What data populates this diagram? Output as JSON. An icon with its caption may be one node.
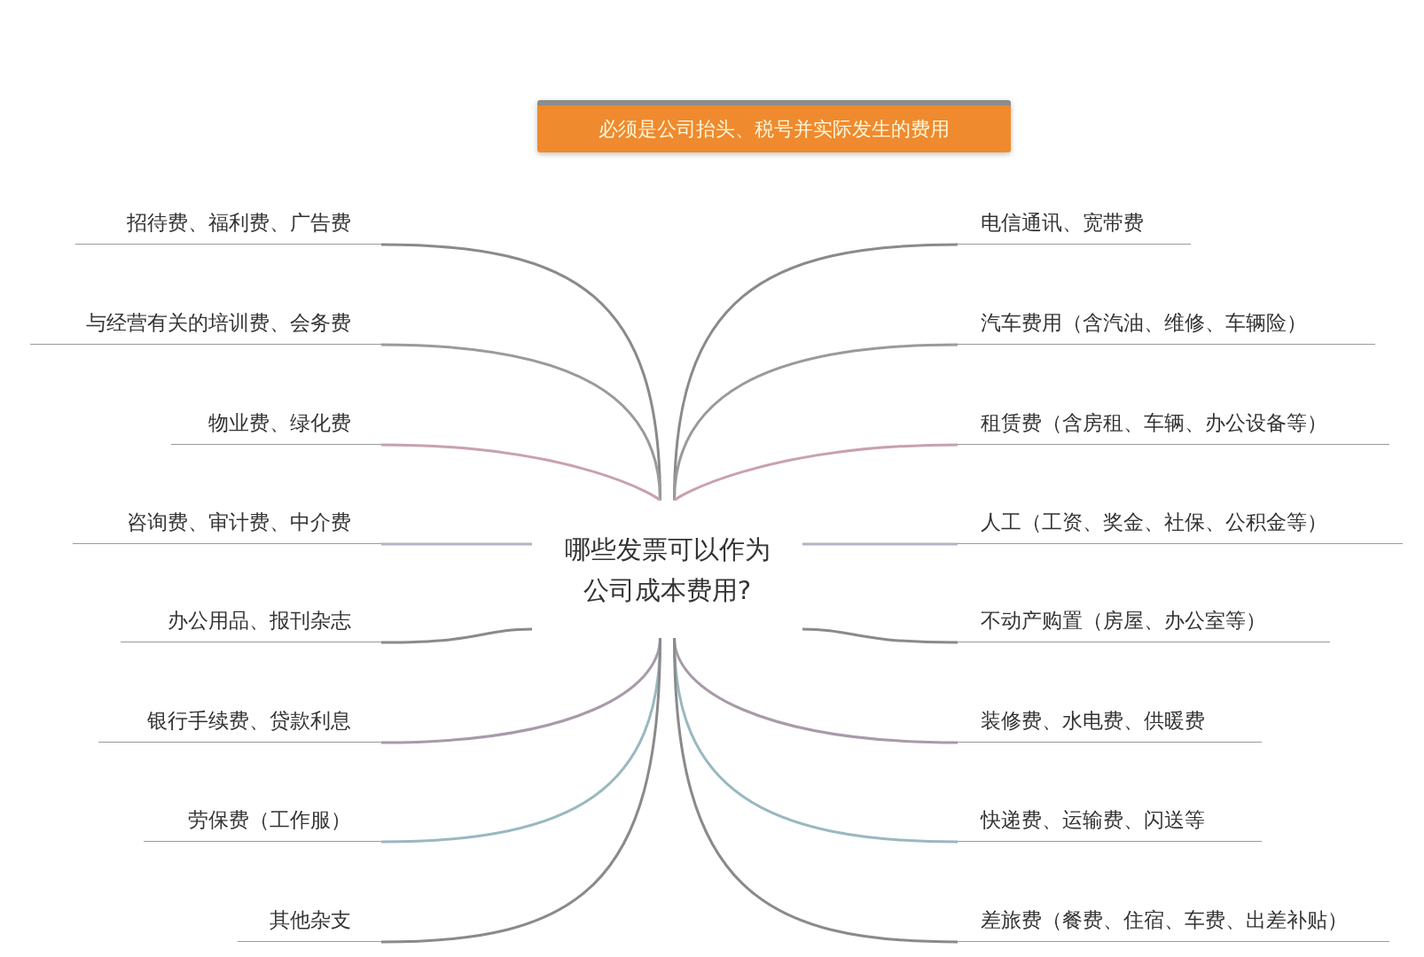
{
  "diagram": {
    "nodes": [
      {
        "text": [
          "必须是公司抬头、税号并实际发生的费用"
        ]
      },
      {
        "text": [
          "哪些发票可以作为公司成本费用?"
        ]
      },
      {
        "text": [
          "招待费、福利费、广告费"
        ]
      },
      {
        "text": [
          "与经营有关的培训费、会务费"
        ]
      },
      {
        "text": [
          "物业费、绿化费"
        ]
      },
      {
        "text": [
          "咨询费、审计费、中介费"
        ]
      },
      {
        "text": [
          "办公用品、报刊杂志"
        ]
      },
      {
        "text": [
          "银行手续费、贷款利息"
        ]
      },
      {
        "text": [
          "劳保费（工作服）"
        ]
      },
      {
        "text": [
          "其他杂支"
        ]
      },
      {
        "text": [
          "电信通讯、宽带费"
        ]
      },
      {
        "text": [
          "汽车费用（含汽油、维修、车辆险）"
        ]
      },
      {
        "text": [
          "租赁费（含房租、车辆、办公设备等）"
        ]
      },
      {
        "text": [
          "人工（工资、奖金、社保、公积金等）"
        ]
      },
      {
        "text": [
          "不动产购置（房屋、办公室等）"
        ]
      },
      {
        "text": [
          "装修费、水电费、供暖费"
        ]
      },
      {
        "text": [
          "快递费、运输费、闪送等"
        ]
      },
      {
        "text": [
          "差旅费（餐费、住宿、车费、出差补贴）"
        ]
      }
    ],
    "edges": [
      {
        "from": 1,
        "to": 2,
        "arrow": "none"
      },
      {
        "from": 1,
        "to": 3,
        "arrow": "none"
      },
      {
        "from": 1,
        "to": 4,
        "arrow": "none"
      },
      {
        "from": 1,
        "to": 5,
        "arrow": "none"
      },
      {
        "from": 1,
        "to": 6,
        "arrow": "none"
      },
      {
        "from": 1,
        "to": 7,
        "arrow": "none"
      },
      {
        "from": 1,
        "to": 8,
        "arrow": "none"
      },
      {
        "from": 1,
        "to": 9,
        "arrow": "none"
      },
      {
        "from": 1,
        "to": 10,
        "arrow": "none"
      },
      {
        "from": 1,
        "to": 11,
        "arrow": "none"
      },
      {
        "from": 1,
        "to": 12,
        "arrow": "none"
      },
      {
        "from": 1,
        "to": 13,
        "arrow": "none"
      },
      {
        "from": 1,
        "to": 14,
        "arrow": "none"
      },
      {
        "from": 1,
        "to": 15,
        "arrow": "none"
      },
      {
        "from": 1,
        "to": 16,
        "arrow": "none"
      },
      {
        "from": 1,
        "to": 17,
        "arrow": "none"
      }
    ]
  }
}
